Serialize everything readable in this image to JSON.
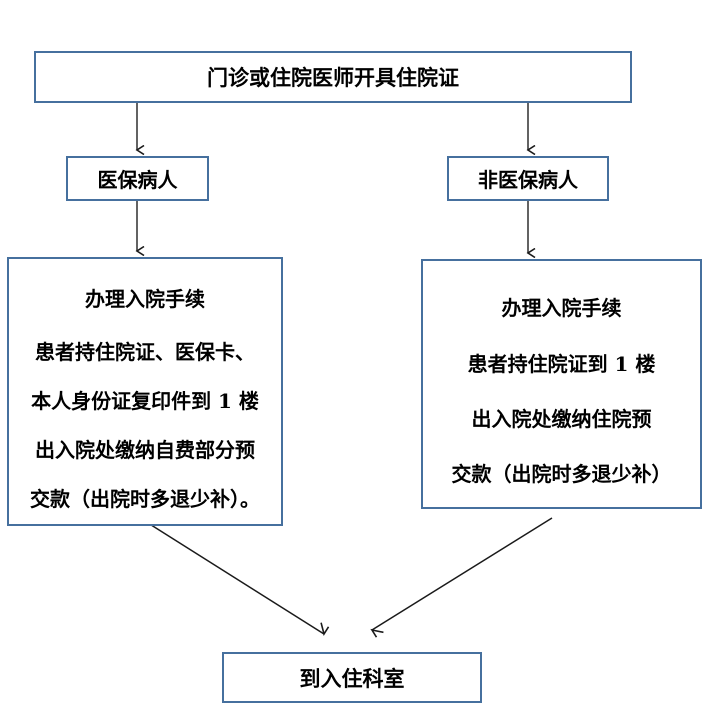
{
  "diagram": {
    "title_text": "门诊或住院医师开具住院证",
    "nodes": {
      "top": {
        "label": "门诊或住院医师开具住院证"
      },
      "insured": {
        "label": "医保病人"
      },
      "uninsured": {
        "label": "非医保病人"
      },
      "insured_procedure": {
        "lines": [
          "办理入院手续",
          "患者持住院证、医保卡、",
          "本人身份证复印件到 1 楼",
          "出入院处缴纳自费部分预",
          "交款（出院时多退少补）。"
        ]
      },
      "uninsured_procedure": {
        "lines": [
          "办理入院手续",
          "患者持住院证到 1 楼",
          "出入院处缴纳住院预",
          "交款（出院时多退少补）"
        ]
      },
      "ward": {
        "label": "到入住科室"
      }
    },
    "edges": [
      {
        "name": "top-to-insured",
        "from": "top",
        "to": "insured",
        "style": "arrow-down"
      },
      {
        "name": "top-to-uninsured",
        "from": "top",
        "to": "uninsured",
        "style": "arrow-down"
      },
      {
        "name": "insured-to-procedure",
        "from": "insured",
        "to": "insured_procedure",
        "style": "arrow-down"
      },
      {
        "name": "uninsured-to-procedure",
        "from": "uninsured",
        "to": "uninsured_procedure",
        "style": "arrow-down"
      },
      {
        "name": "insured-procedure-to-ward",
        "from": "insured_procedure",
        "to": "ward",
        "style": "arrow-diagonal"
      },
      {
        "name": "uninsured-procedure-to-ward",
        "from": "uninsured_procedure",
        "to": "ward",
        "style": "arrow-diagonal"
      }
    ]
  },
  "colors": {
    "box_border": "#46709e",
    "background": "#ffffff",
    "text": "#000000",
    "connector": "#1a1a1a"
  }
}
